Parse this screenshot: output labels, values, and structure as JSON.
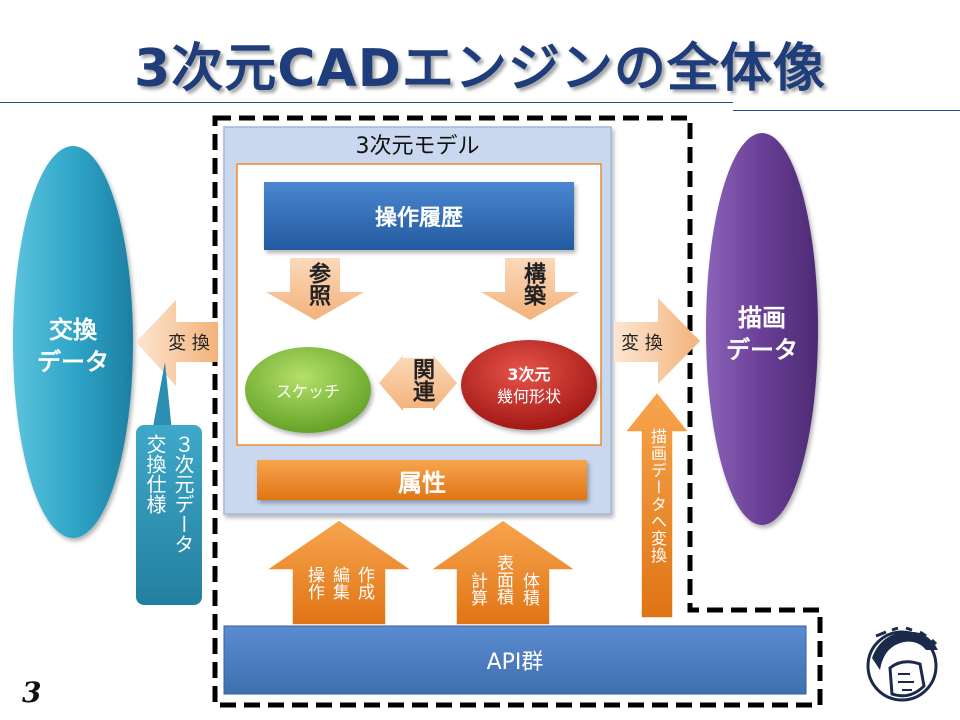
{
  "title": "3次元CADエンジンの全体像",
  "page_number": "3",
  "model": {
    "label": "3次元モデル",
    "history": "操作履歴",
    "ref_arrow": "参照",
    "build_arrow": "構築",
    "sketch": "スケッチ",
    "related_arrow": "関連",
    "geometry_line1": "3次元",
    "geometry_line2": "幾何形状",
    "attribute": "属性"
  },
  "left_data": {
    "line1": "交換",
    "line2": "データ"
  },
  "right_data": {
    "line1": "描画",
    "line2": "データ"
  },
  "convert_left": "変 換",
  "convert_right": "変 換",
  "callout": {
    "col1": "３次元データ",
    "col2": "交換仕様"
  },
  "render_convert": "描画データへ変換",
  "up_arrow_ops": {
    "col1": "作成",
    "col2": "編集",
    "col3": "操作"
  },
  "up_arrow_calc": {
    "col1": "体積",
    "col2": "表面積",
    "col3": "計算"
  },
  "api": "API群",
  "colors": {
    "title": "#1f3d7a",
    "left_ellipse": "#2fa6c8",
    "right_ellipse": "#6a3f96",
    "history_box": "#2e6cb5",
    "attribute_box": "#ef8a2c",
    "sketch": "#7fbf3a",
    "geometry": "#c62a26",
    "api_bar": "#4f7fc0",
    "model_panel": "#c9d8ee"
  },
  "icons": [
    "helmet-logo-icon"
  ]
}
